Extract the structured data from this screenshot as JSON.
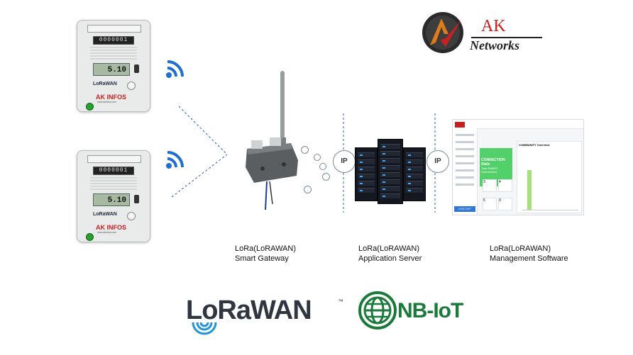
{
  "logo": {
    "line1": "AK",
    "line2": "Networks"
  },
  "meters": [
    {
      "counter": "0000001",
      "reading": "5.10",
      "protocol": "LoRaWAN",
      "brand": "AK INFOS",
      "brand_sub": "www.akinfos.com"
    },
    {
      "counter": "0000001",
      "reading": "5.10",
      "protocol": "LoRaWAN",
      "brand": "AK INFOS",
      "brand_sub": "www.akinfos.com"
    }
  ],
  "ip_labels": [
    "IP",
    "IP"
  ],
  "labels": {
    "gateway": [
      "LoRa(LoRAWAN)",
      "Smart Gateway"
    ],
    "server": [
      "LoRa(LoRAWAN)",
      "Application Server"
    ],
    "software": [
      "LoRa(LoRAWAN)",
      "Management Software"
    ]
  },
  "dashboard": {
    "card_title": "CONNECTION Stats",
    "card_subtitle": "Total SMART Connections",
    "chart_title": "COMMUNITY Overview",
    "tile_values": [
      "3",
      "4",
      "5",
      "3"
    ],
    "menu_button": "LOG OUT"
  },
  "bottom_logos": {
    "lorawan": "LoRaWAN",
    "tm": "™",
    "nbiot": "NB-IoT"
  },
  "colors": {
    "lorawan_blue": "#1f94d6",
    "nbiot_green": "#1a7a3a",
    "dark_text": "#2f3640",
    "logo_red": "#c62121"
  }
}
